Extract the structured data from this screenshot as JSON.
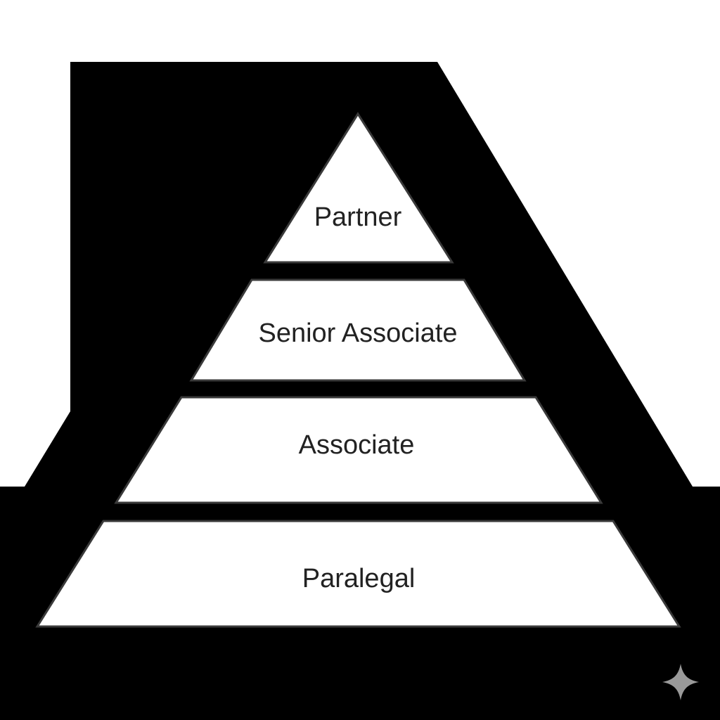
{
  "diagram": {
    "type": "pyramid",
    "tiers": [
      {
        "label": "Partner"
      },
      {
        "label": "Senior Associate"
      },
      {
        "label": "Associate"
      },
      {
        "label": "Paralegal"
      }
    ],
    "colors": {
      "background": "#000000",
      "tier_fill": "#ffffff",
      "tier_stroke": "#3a3a3a",
      "text": "#222222",
      "watermark": "#9a9a9a"
    }
  },
  "watermark": {
    "icon": "sparkle-icon"
  }
}
